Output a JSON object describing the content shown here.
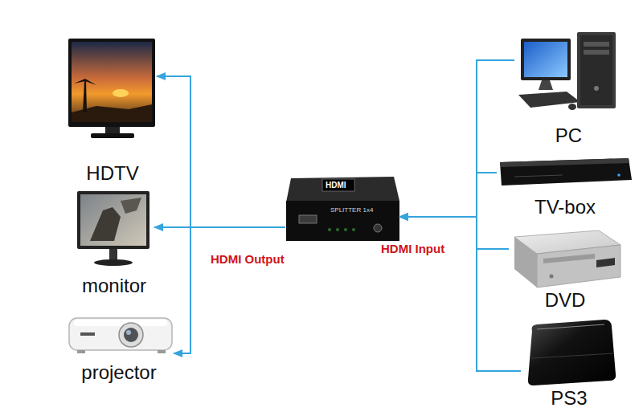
{
  "diagram": {
    "nodes": [
      {
        "text": [
          "HDTV"
        ]
      },
      {
        "text": [
          "monitor"
        ]
      },
      {
        "text": [
          "projector"
        ]
      },
      {
        "text": [
          "HDMI",
          "SPLITTER 1x4"
        ]
      },
      {
        "text": [
          "PC"
        ]
      },
      {
        "text": [
          "TV-box"
        ]
      },
      {
        "text": [
          "DVD"
        ]
      },
      {
        "text": [
          "PS3"
        ]
      }
    ],
    "edges": [
      {
        "from": 4,
        "to": 3,
        "arrow": "to"
      },
      {
        "from": 5,
        "to": 3,
        "arrow": "to"
      },
      {
        "from": 6,
        "to": 3,
        "arrow": "to"
      },
      {
        "from": 7,
        "to": 3,
        "arrow": "to"
      },
      {
        "from": 3,
        "to": 0,
        "arrow": "to"
      },
      {
        "from": 3,
        "to": 1,
        "arrow": "to"
      },
      {
        "from": 3,
        "to": 2,
        "arrow": "to"
      }
    ],
    "labels": [
      "HDMI Output",
      "HDMI Input"
    ]
  }
}
